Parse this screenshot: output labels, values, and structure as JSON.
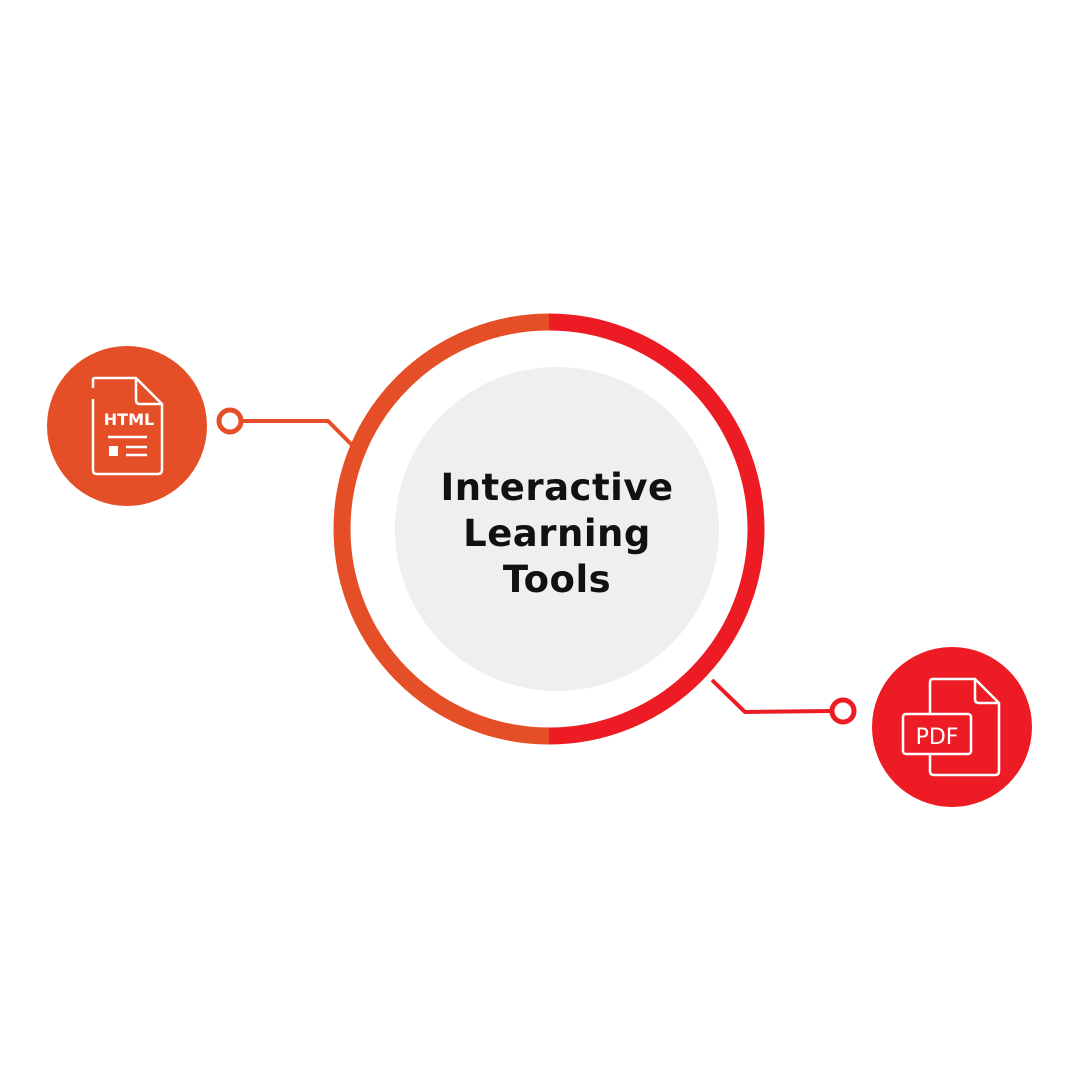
{
  "center": {
    "lines": [
      "Interactive",
      "Learning",
      "Tools"
    ]
  },
  "nodes": [
    {
      "label": "HTML",
      "icon": "html-file-icon",
      "color": "#E54F27"
    },
    {
      "label": "PDF",
      "icon": "pdf-file-icon",
      "color": "#ED1C24"
    }
  ],
  "colors": {
    "orange": "#E54F27",
    "red": "#ED1C24",
    "inner": "#EFEFEF"
  }
}
